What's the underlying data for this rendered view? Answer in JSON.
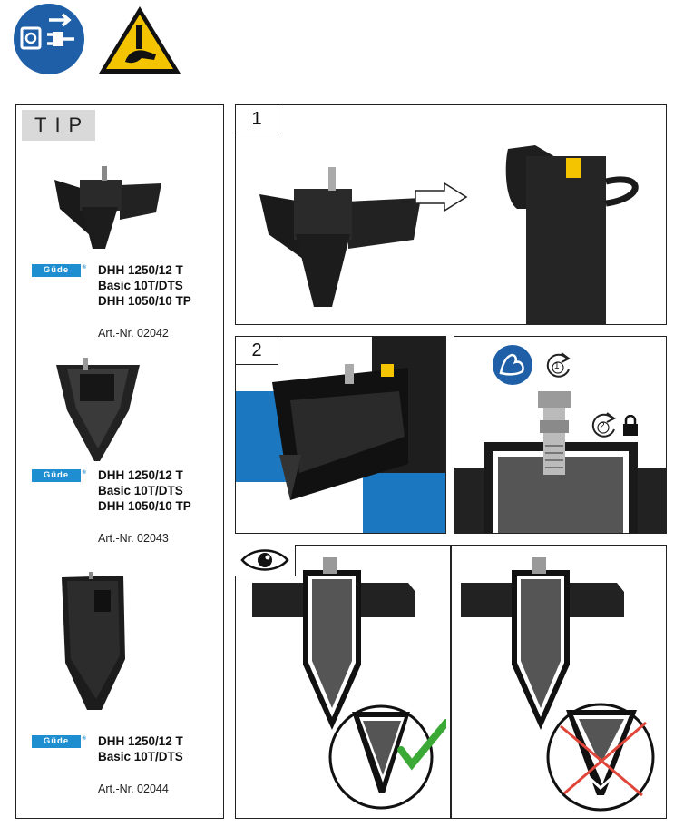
{
  "icons": {
    "unplug": "unplug-power-icon",
    "warning": "hand-injury-warning-icon",
    "eye": "eye-icon",
    "protective": "arm-strength-icon",
    "lock": "lock-icon"
  },
  "tip": {
    "label": "TIP",
    "products": [
      {
        "brand": "Güde",
        "models": [
          "DHH 1250/12 T",
          "Basic 10T/DTS",
          "DHH 1050/10 TP"
        ],
        "art": "Art.-Nr. 02042"
      },
      {
        "brand": "Güde",
        "models": [
          "DHH 1250/12 T",
          "Basic 10T/DTS",
          "DHH 1050/10 TP"
        ],
        "art": "Art.-Nr. 02043"
      },
      {
        "brand": "Güde",
        "models": [
          "DHH 1250/12 T",
          "Basic 10T/DTS"
        ],
        "art": "Art.-Nr. 02044"
      }
    ]
  },
  "steps": {
    "step1": "1",
    "step2": "2",
    "rotate1": "1",
    "rotate2": "2"
  },
  "colors": {
    "blue": "#1f5fa8",
    "warning_yellow": "#f5c400",
    "check_green": "#3aa935",
    "cross_red": "#e0453a",
    "blade_gray": "#5a5a5a"
  }
}
